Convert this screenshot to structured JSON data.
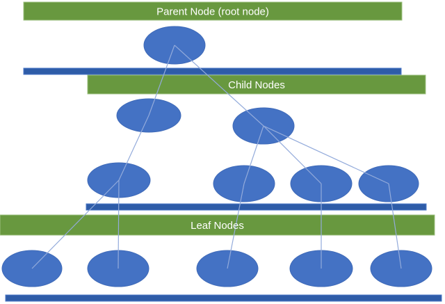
{
  "diagram": {
    "banners": [
      {
        "id": "parent",
        "label": "Parent Node (root node)"
      },
      {
        "id": "child",
        "label": "Child Nodes"
      },
      {
        "id": "leaf",
        "label": "Leaf Nodes"
      }
    ],
    "node_counts": {
      "root": 1,
      "child": 2,
      "grandchild": 4,
      "leaf": 5
    },
    "colors": {
      "banner_green": "#68983F",
      "banner_edge": "#9EC282",
      "node_blue": "#4472C4",
      "node_edge": "#3F6AB8",
      "bar_blue": "#2E5CA8",
      "bar_edge": "#4D79C7",
      "connector_blue": "#93ABDB",
      "text_white": "#FFFFFF",
      "background": "#FFFFFF"
    }
  }
}
